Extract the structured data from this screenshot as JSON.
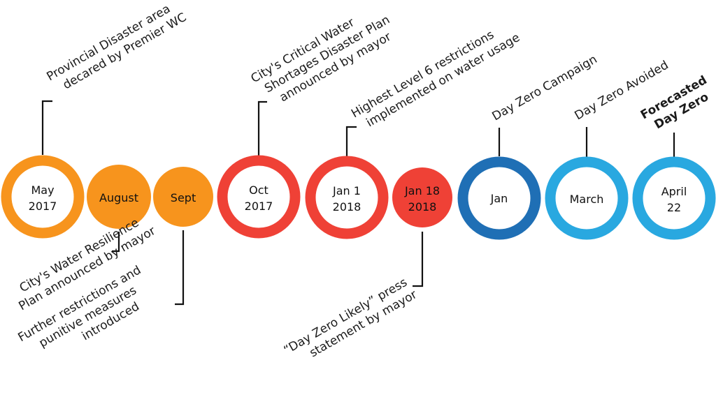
{
  "colors": {
    "orange": "#F7941D",
    "red": "#EF4136",
    "dark_blue": "#1F6FB5",
    "light_blue": "#29A8E0",
    "line": "#111111",
    "white": "#FFFFFF"
  },
  "nodes": [
    {
      "id": "may-2017",
      "label_1": "May",
      "label_2": "2017",
      "style": "ring",
      "color": "orange"
    },
    {
      "id": "august",
      "label_1": "August",
      "label_2": "",
      "style": "filled",
      "color": "orange"
    },
    {
      "id": "sept",
      "label_1": "Sept",
      "label_2": "",
      "style": "filled",
      "color": "orange"
    },
    {
      "id": "oct-2017",
      "label_1": "Oct",
      "label_2": "2017",
      "style": "ring",
      "color": "red"
    },
    {
      "id": "jan1-2018",
      "label_1": "Jan 1",
      "label_2": "2018",
      "style": "ring",
      "color": "red"
    },
    {
      "id": "jan18-2018",
      "label_1": "Jan 18",
      "label_2": "2018",
      "style": "filled",
      "color": "red"
    },
    {
      "id": "jan",
      "label_1": "Jan",
      "label_2": "",
      "style": "ring",
      "color": "dark_blue"
    },
    {
      "id": "march",
      "label_1": "March",
      "label_2": "",
      "style": "ring",
      "color": "light_blue"
    },
    {
      "id": "april-22",
      "label_1": "April",
      "label_2": "22",
      "style": "ring",
      "color": "light_blue"
    }
  ],
  "annotations": {
    "provincial_disaster": {
      "line_1": "Provincial Disaster area",
      "line_2": "decared by Premier WC"
    },
    "water_resilience": {
      "line_1": "City's Water Resilience",
      "line_2": "Plan announced by mayor"
    },
    "further_restrictions": {
      "line_1": "Further restrictions and",
      "line_2": "punitive measures",
      "line_3": "introduced"
    },
    "critical_water": {
      "line_1": "City's Critical Water",
      "line_2": "Shortages Disaster Plan",
      "line_3": "announced by mayor"
    },
    "level6": {
      "line_1": "Highest Level 6 restrictions",
      "line_2": "implemented on water usage"
    },
    "day_zero_likely": {
      "line_1": "“Day Zero Likely” press",
      "line_2": "statement by mayor"
    },
    "day_zero_campaign": {
      "line_1": "Day Zero Campaign"
    },
    "day_zero_avoided": {
      "line_1": "Day Zero Avoided"
    },
    "forecasted_day_zero": {
      "line_1": "Forecasted",
      "line_2": "Day Zero"
    }
  }
}
